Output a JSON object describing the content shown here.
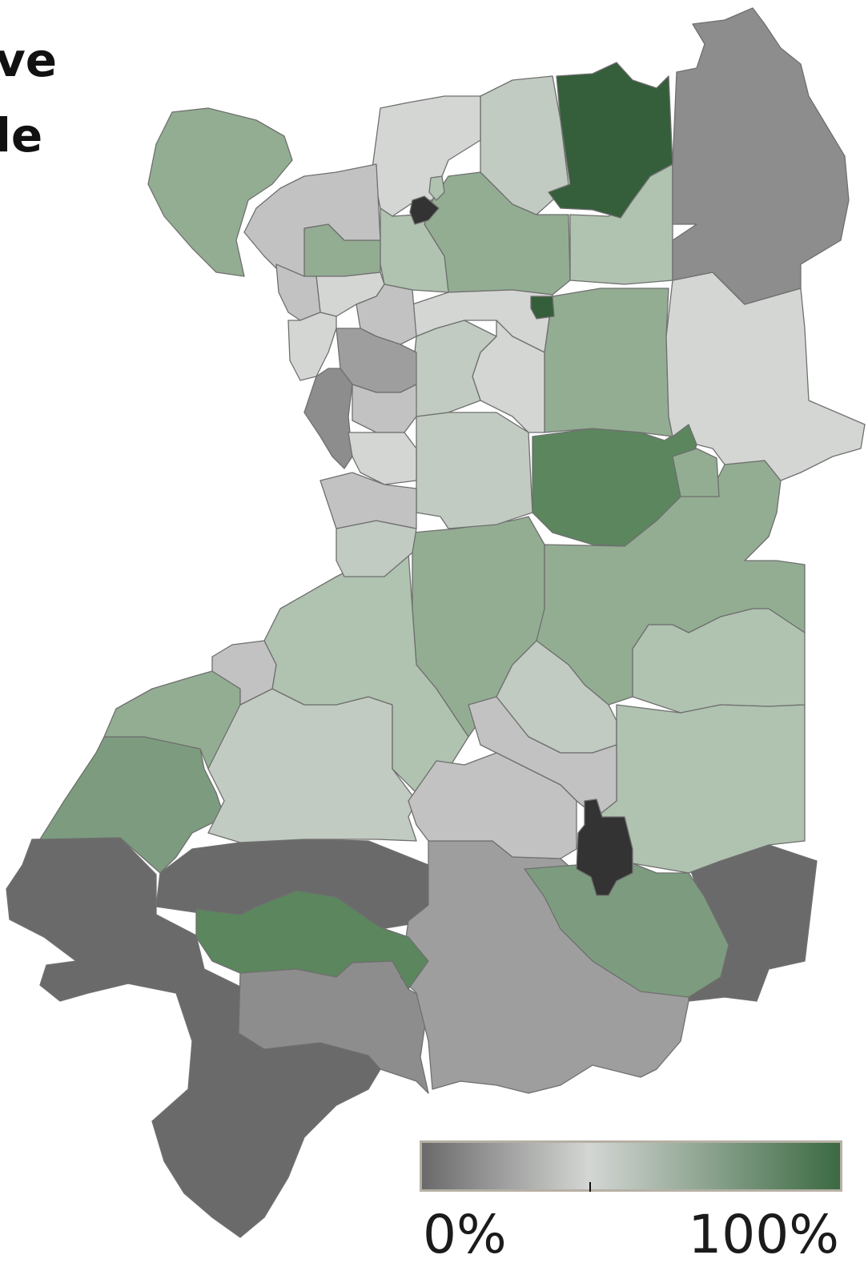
{
  "title_lines": [
    "ve",
    "le"
  ],
  "legend": {
    "min_label": "0%",
    "max_label": "100%",
    "colors": [
      "#6a6a6a",
      "#d4d6d4",
      "#3b6a42"
    ]
  },
  "palette": {
    "darkest": "#333333",
    "dark_gray": "#6a6a6a",
    "mid_gray": "#8d8d8d",
    "gray": "#9e9e9e",
    "light_gray": "#c2c2c2",
    "pale": "#d4d6d4",
    "pale_green": "#c1cbc1",
    "light_green": "#b0c2b0",
    "green": "#93ad93",
    "mid_green": "#7d9c7f",
    "strong_green": "#5b865e",
    "dark_green": "#355e3a"
  },
  "regions": [
    {
      "id": "ne-gray",
      "fill": "dark_gray"
    }
  ]
}
